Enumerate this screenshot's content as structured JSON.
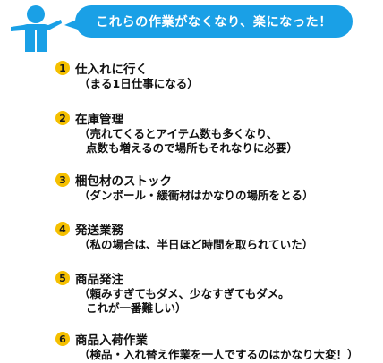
{
  "header": {
    "bubble_text": "これらの作業がなくなり、楽になった！",
    "person_icon": "person-icon",
    "colors": {
      "bubble": "#1aa0e6",
      "person": "#1aa0e6",
      "badge": "#f5c000"
    }
  },
  "items": [
    {
      "number": "1",
      "title": "仕入れに行く",
      "desc_lines": [
        "（まる1日仕事になる）"
      ]
    },
    {
      "number": "2",
      "title": "在庫管理",
      "desc_lines": [
        "（売れてくるとアイテム数も多くなり、",
        "点数も増えるので場所もそれなりに必要）"
      ]
    },
    {
      "number": "3",
      "title": "梱包材のストック",
      "desc_lines": [
        "（ダンボール・緩衝材はかなりの場所をとる）"
      ]
    },
    {
      "number": "4",
      "title": "発送業務",
      "desc_lines": [
        "（私の場合は、半日ほど時間を取られていた）"
      ]
    },
    {
      "number": "5",
      "title": "商品発注",
      "desc_lines": [
        "（頼みすぎてもダメ、少なすぎてもダメ。",
        "これが一番難しい）"
      ]
    },
    {
      "number": "6",
      "title": "商品入荷作業",
      "desc_lines": [
        "（検品・入れ替え作業を一人でするのはかなり大変！）"
      ]
    }
  ]
}
